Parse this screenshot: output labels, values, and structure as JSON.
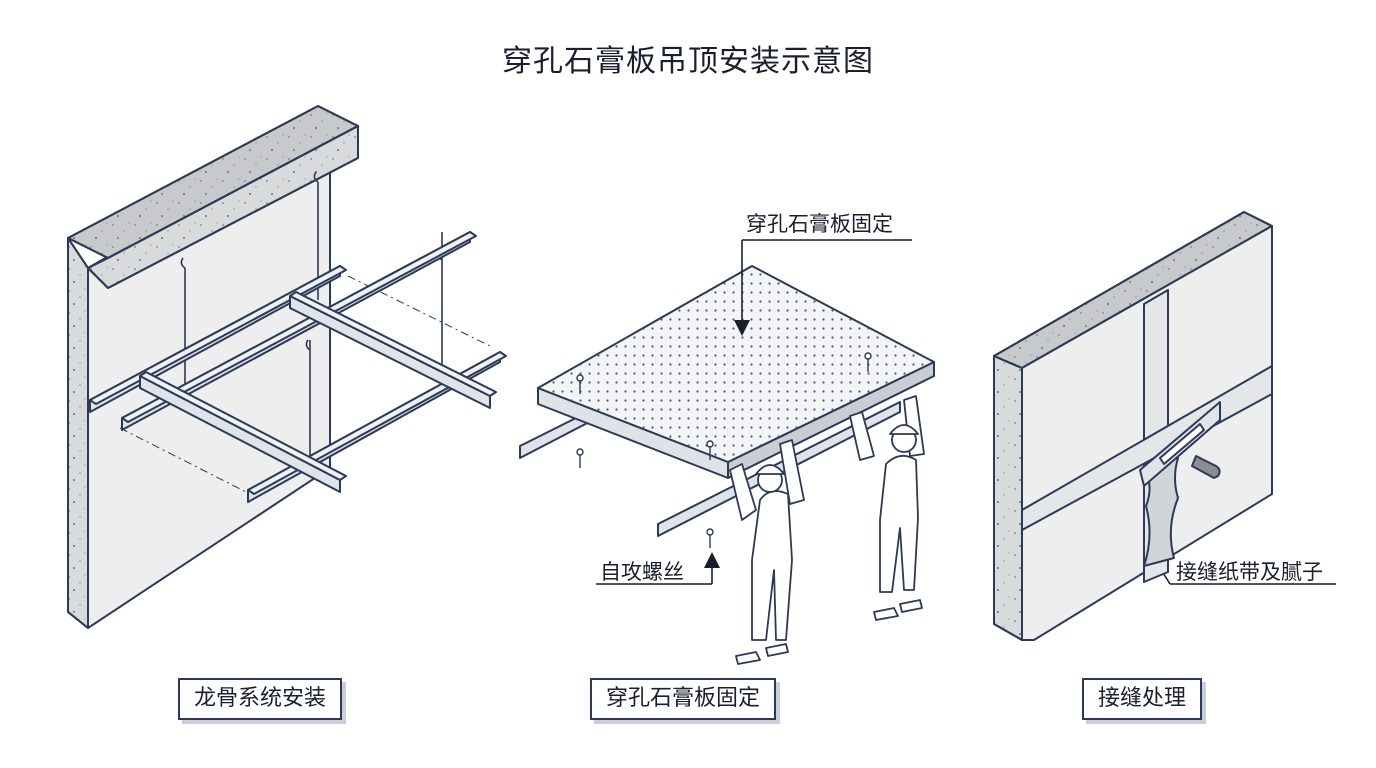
{
  "title": "穿孔石膏板吊顶安装示意图",
  "panels": [
    {
      "caption": "龙骨系统安装"
    },
    {
      "caption": "穿孔石膏板固定",
      "callout": "穿孔石膏板固定",
      "callout2": "自攻螺丝"
    },
    {
      "caption": "接缝处理",
      "callout": "接缝纸带及腻子"
    }
  ],
  "colors": {
    "line": "#2c3a55",
    "concrete": "#d9dadc",
    "concrete_top": "#c8c9cc",
    "wall": "#eeeeef",
    "steel": "#dfe3ea",
    "board": "#f3f4f6"
  }
}
